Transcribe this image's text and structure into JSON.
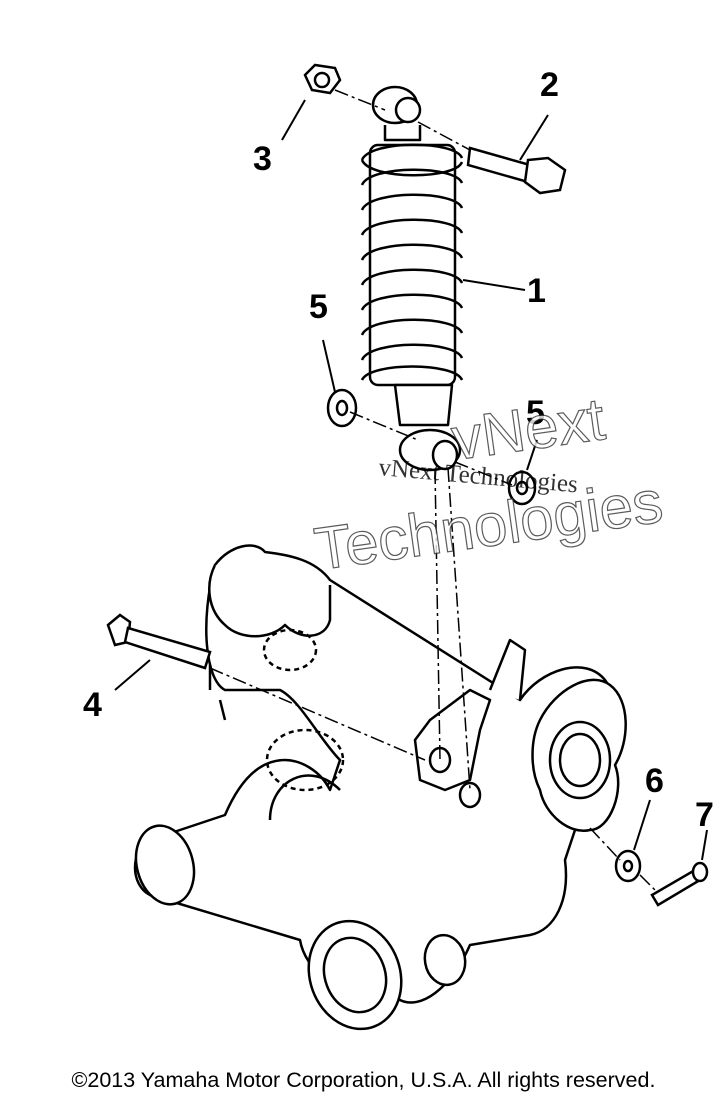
{
  "callouts": {
    "c1": "1",
    "c2": "2",
    "c3": "3",
    "c4": "4",
    "c5a": "5",
    "c5b": "5",
    "c6": "6",
    "c7": "7"
  },
  "watermark": {
    "line1": "vNext",
    "line2": "Technologies",
    "small": "vNext Technologies"
  },
  "copyright": "©2013 Yamaha Motor Corporation, U.S.A. All rights reserved."
}
